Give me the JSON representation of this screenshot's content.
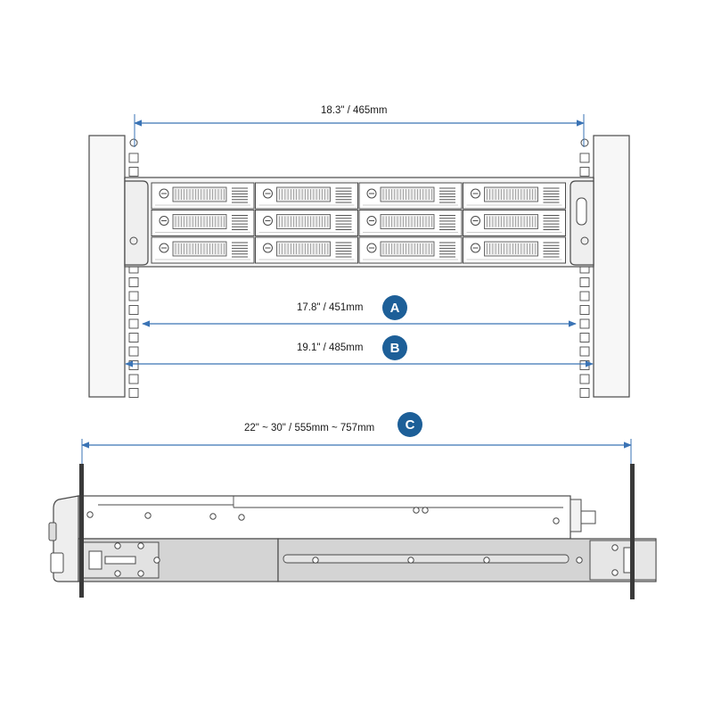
{
  "colors": {
    "dimension_line": "#3a73b5",
    "badge_fill": "#1d5f98",
    "badge_text": "#ffffff",
    "outline": "#4a4a4a",
    "rail_fill": "#d4d4d4",
    "chassis_fill": "#f4f4f4"
  },
  "front_view": {
    "width_dimension": "18.3\" / 465mm",
    "dimension_a": {
      "badge": "A",
      "label": "17.8\" / 451mm"
    },
    "dimension_b": {
      "badge": "B",
      "label": "19.1\" / 485mm"
    }
  },
  "side_view": {
    "dimension_c": {
      "badge": "C",
      "label": "22\" ~ 30\" /  555mm ~ 757mm"
    }
  }
}
